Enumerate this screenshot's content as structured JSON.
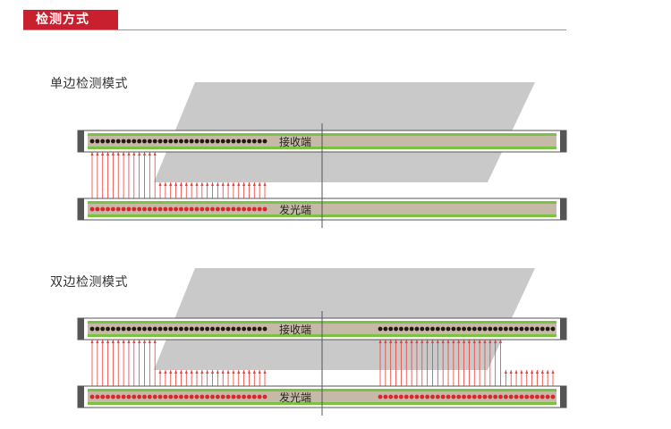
{
  "header": {
    "title": "检测方式",
    "accent_color": "#c8202f"
  },
  "single_mode": {
    "label": "单边检测模式",
    "receiver_label": "接收端",
    "emitter_label": "发光端"
  },
  "double_mode": {
    "label": "双边检测模式",
    "receiver_label": "接收端",
    "emitter_label": "发光端"
  },
  "colors": {
    "bar_fill": "#c6b9a8",
    "bar_stripe": "#7cc242",
    "receiver_dot": "#231815",
    "emitter_dot": "#d9252b",
    "beam": "#e8413c",
    "panel": "#c9c9c9",
    "endcap": "#555555"
  }
}
